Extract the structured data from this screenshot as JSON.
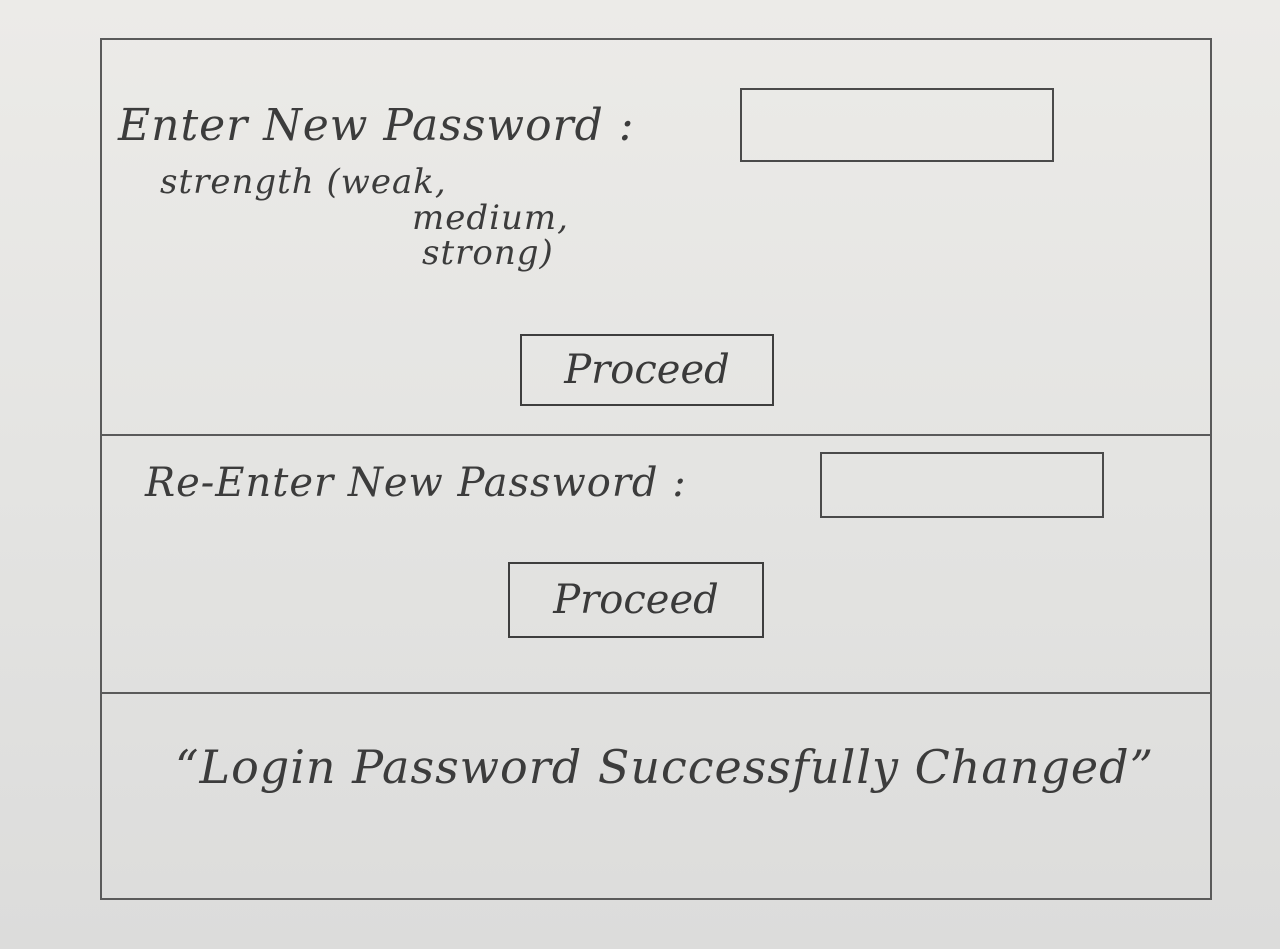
{
  "section_new_password": {
    "label": "Enter New Password :",
    "strength_line1": "strength (weak,",
    "strength_line2": "medium,",
    "strength_line3": "strong)",
    "proceed_label": "Proceed"
  },
  "section_reenter": {
    "label": "Re-Enter New Password :",
    "proceed_label": "Proceed"
  },
  "section_result": {
    "message": "“Login Password Successfully Changed”"
  }
}
